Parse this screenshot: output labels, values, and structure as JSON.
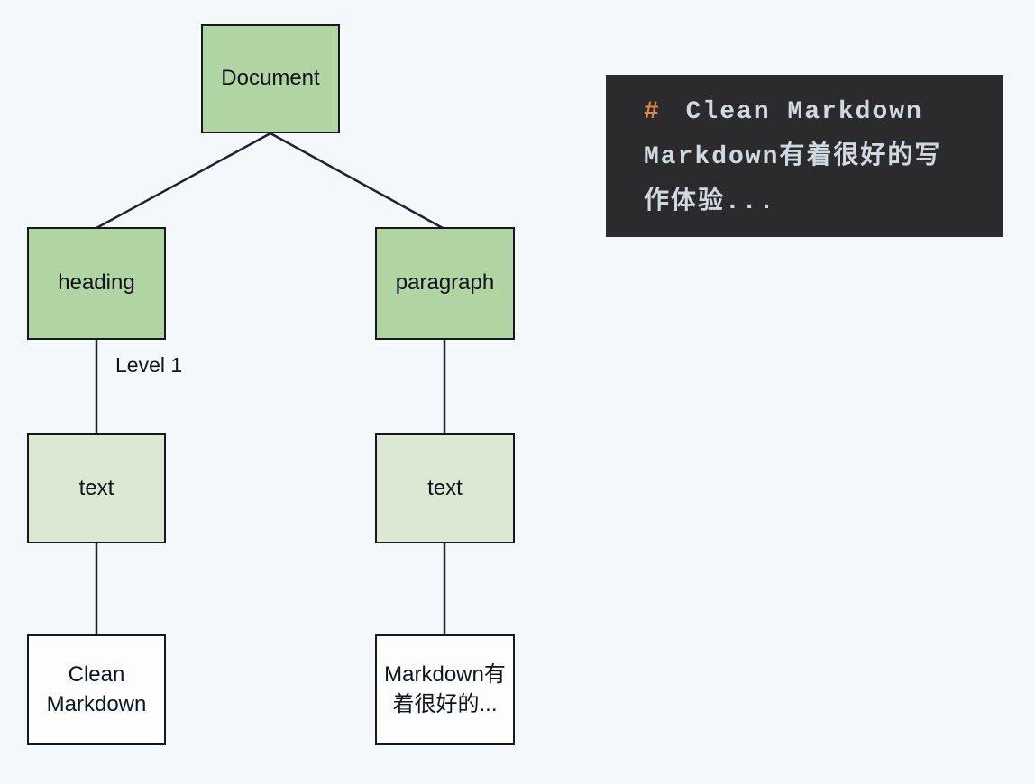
{
  "diagram": {
    "title_hint": "Markdown AST tree",
    "tree": {
      "root": {
        "label": "Document"
      },
      "level2": [
        {
          "label": "heading"
        },
        {
          "label": "paragraph"
        }
      ],
      "edge_label": "Level 1",
      "level3": [
        {
          "label": "text"
        },
        {
          "label": "text"
        }
      ],
      "leaves": [
        {
          "label": "Clean\nMarkdown"
        },
        {
          "label": "Markdown有\n着很好的..."
        }
      ]
    }
  },
  "code_block": {
    "hash": "#",
    "line1": " Clean Markdown",
    "line2": "Markdown有着很好的写",
    "line3": "作体验...",
    "full_source": "# Clean Markdown\nMarkdown有着很好的写作体验..."
  },
  "colors": {
    "background": "#f5f8fb",
    "node_green": "#b0d5a2",
    "node_light_green": "#dbe9d3",
    "node_white": "#fdfdfe",
    "node_border": "#15181f",
    "edge_line": "#1f2235",
    "code_background": "#2b2b2d",
    "code_text": "#d2d8e0",
    "code_hash_orange": "#dd8a3d"
  }
}
